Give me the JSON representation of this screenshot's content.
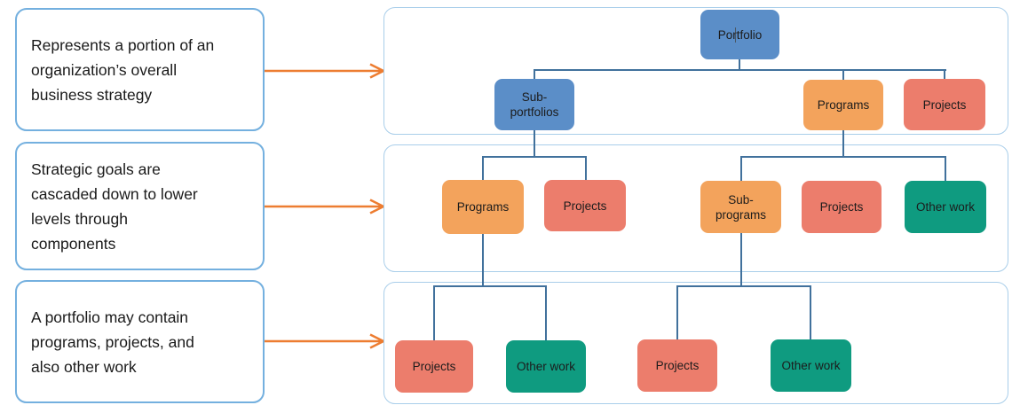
{
  "colors": {
    "blue": "#5B8EC8",
    "orange": "#F3A35C",
    "salmon": "#EC7D6C",
    "teal": "#0F9B80",
    "connector": "#41719C",
    "container_border": "#A9CEEA",
    "panel_border": "#74B0DF",
    "arrow": "#ED7D31",
    "text": "#1A1A1A"
  },
  "left_panels": [
    {
      "lines": [
        "Represents a portion of an",
        "organization’s overall",
        "business strategy"
      ]
    },
    {
      "lines": [
        "Strategic goals are",
        "cascaded down to lower",
        "levels through",
        "components"
      ]
    },
    {
      "lines": [
        "A portfolio may contain",
        "programs, projects, and",
        "also other work"
      ]
    }
  ],
  "diagram": {
    "level1": {
      "root": {
        "label": "Portfolio"
      },
      "children": [
        {
          "label": "Sub-\nportfolios"
        },
        {
          "label": "Programs"
        },
        {
          "label": "Projects"
        }
      ]
    },
    "level2": {
      "left_group": [
        {
          "label": "Programs"
        },
        {
          "label": "Projects"
        }
      ],
      "right_group": [
        {
          "label": "Sub-\nprograms"
        },
        {
          "label": "Projects"
        },
        {
          "label": "Other work"
        }
      ]
    },
    "level3": {
      "left_group": [
        {
          "label": "Projects"
        },
        {
          "label": "Other work"
        }
      ],
      "right_group": [
        {
          "label": "Projects"
        },
        {
          "label": "Other work"
        }
      ]
    }
  }
}
